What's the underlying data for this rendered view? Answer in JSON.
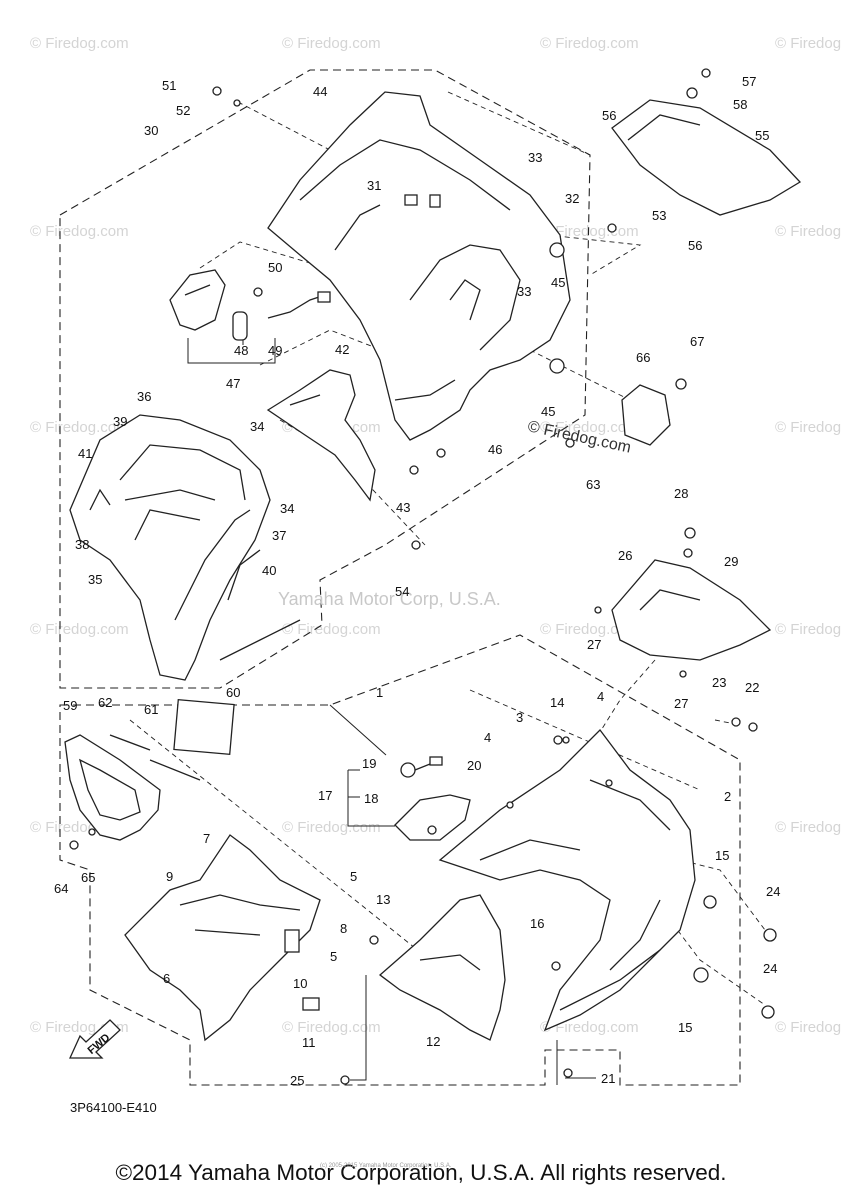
{
  "diagram": {
    "code": "3P64100-E410",
    "fwd_label": "FWD",
    "center_watermark": "Yamaha Motor Corp, U.S.A.",
    "site_watermark": "© Firedog.com",
    "tile_watermark": "© Firedog.com",
    "callouts": [
      {
        "id": "c1",
        "text": "1"
      },
      {
        "id": "c2",
        "text": "2"
      },
      {
        "id": "c3",
        "text": "3"
      },
      {
        "id": "c4a",
        "text": "4"
      },
      {
        "id": "c4b",
        "text": "4"
      },
      {
        "id": "c5a",
        "text": "5"
      },
      {
        "id": "c5b",
        "text": "5"
      },
      {
        "id": "c6",
        "text": "6"
      },
      {
        "id": "c7",
        "text": "7"
      },
      {
        "id": "c8",
        "text": "8"
      },
      {
        "id": "c9",
        "text": "9"
      },
      {
        "id": "c10",
        "text": "10"
      },
      {
        "id": "c11",
        "text": "11"
      },
      {
        "id": "c12",
        "text": "12"
      },
      {
        "id": "c13",
        "text": "13"
      },
      {
        "id": "c14",
        "text": "14"
      },
      {
        "id": "c15a",
        "text": "15"
      },
      {
        "id": "c15b",
        "text": "15"
      },
      {
        "id": "c16",
        "text": "16"
      },
      {
        "id": "c17",
        "text": "17"
      },
      {
        "id": "c18",
        "text": "18"
      },
      {
        "id": "c19",
        "text": "19"
      },
      {
        "id": "c20",
        "text": "20"
      },
      {
        "id": "c21",
        "text": "21"
      },
      {
        "id": "c22",
        "text": "22"
      },
      {
        "id": "c23",
        "text": "23"
      },
      {
        "id": "c24a",
        "text": "24"
      },
      {
        "id": "c24b",
        "text": "24"
      },
      {
        "id": "c25",
        "text": "25"
      },
      {
        "id": "c26",
        "text": "26"
      },
      {
        "id": "c27a",
        "text": "27"
      },
      {
        "id": "c27b",
        "text": "27"
      },
      {
        "id": "c28",
        "text": "28"
      },
      {
        "id": "c29",
        "text": "29"
      },
      {
        "id": "c30",
        "text": "30"
      },
      {
        "id": "c31",
        "text": "31"
      },
      {
        "id": "c32",
        "text": "32"
      },
      {
        "id": "c33a",
        "text": "33"
      },
      {
        "id": "c33b",
        "text": "33"
      },
      {
        "id": "c34a",
        "text": "34"
      },
      {
        "id": "c34b",
        "text": "34"
      },
      {
        "id": "c35",
        "text": "35"
      },
      {
        "id": "c36",
        "text": "36"
      },
      {
        "id": "c37",
        "text": "37"
      },
      {
        "id": "c38",
        "text": "38"
      },
      {
        "id": "c39",
        "text": "39"
      },
      {
        "id": "c40",
        "text": "40"
      },
      {
        "id": "c41",
        "text": "41"
      },
      {
        "id": "c42",
        "text": "42"
      },
      {
        "id": "c43",
        "text": "43"
      },
      {
        "id": "c44",
        "text": "44"
      },
      {
        "id": "c45a",
        "text": "45"
      },
      {
        "id": "c45b",
        "text": "45"
      },
      {
        "id": "c46",
        "text": "46"
      },
      {
        "id": "c47",
        "text": "47"
      },
      {
        "id": "c48",
        "text": "48"
      },
      {
        "id": "c49",
        "text": "49"
      },
      {
        "id": "c50",
        "text": "50"
      },
      {
        "id": "c51",
        "text": "51"
      },
      {
        "id": "c52",
        "text": "52"
      },
      {
        "id": "c53",
        "text": "53"
      },
      {
        "id": "c54",
        "text": "54"
      },
      {
        "id": "c55",
        "text": "55"
      },
      {
        "id": "c56a",
        "text": "56"
      },
      {
        "id": "c56b",
        "text": "56"
      },
      {
        "id": "c57",
        "text": "57"
      },
      {
        "id": "c58",
        "text": "58"
      },
      {
        "id": "c59",
        "text": "59"
      },
      {
        "id": "c60",
        "text": "60"
      },
      {
        "id": "c61",
        "text": "61"
      },
      {
        "id": "c62",
        "text": "62"
      },
      {
        "id": "c63",
        "text": "63"
      },
      {
        "id": "c64",
        "text": "64"
      },
      {
        "id": "c65",
        "text": "65"
      },
      {
        "id": "c66",
        "text": "66"
      },
      {
        "id": "c67",
        "text": "67"
      }
    ]
  },
  "footer": {
    "copyright": "©2014 Yamaha Motor Corporation, U.S.A. All rights reserved.",
    "small_copyright": "(c) 2005-2015 Yamaha Motor Corporation, U.S.A."
  }
}
